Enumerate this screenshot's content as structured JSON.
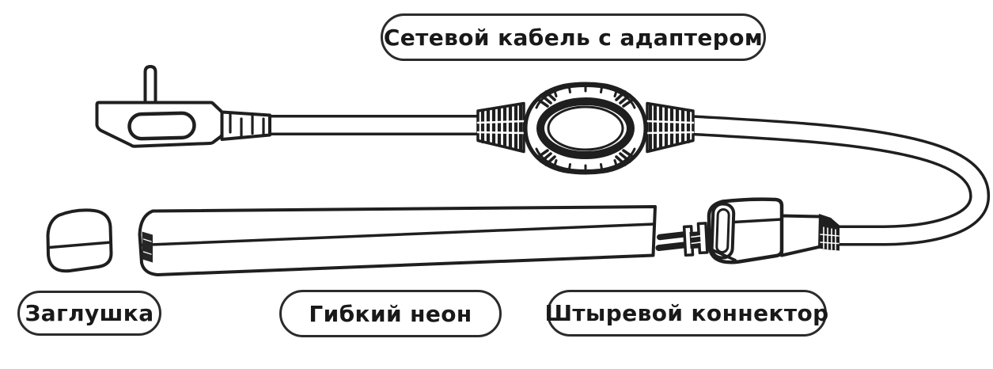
{
  "colors": {
    "background": "#ffffff",
    "line": "#1f1f1f",
    "label_border": "#2b2b2b",
    "label_text": "#191919"
  },
  "labels": {
    "power_cable": "Сетевой кабель с адаптером",
    "end_cap": "Заглушка",
    "flexible_neon": "Гибкий неон",
    "pin_connector": "Штыревой коннектор"
  },
  "components": [
    "power-plug",
    "power-cable",
    "inline-adapter",
    "socket-connector",
    "pin-connector",
    "flexible-neon-strip",
    "end-cap"
  ]
}
